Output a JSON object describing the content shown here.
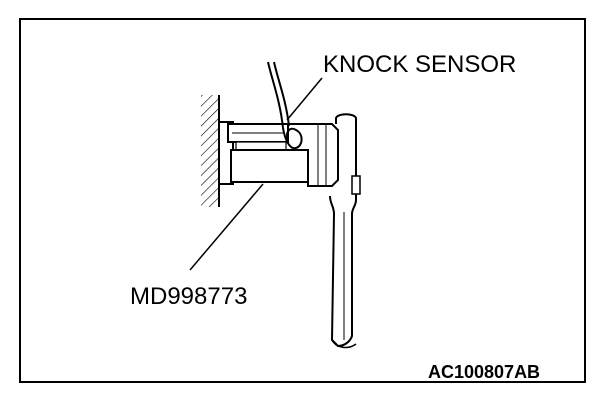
{
  "labels": {
    "sensor": "KNOCK SENSOR",
    "tool": "MD998773",
    "figure_code": "AC100807AB"
  }
}
